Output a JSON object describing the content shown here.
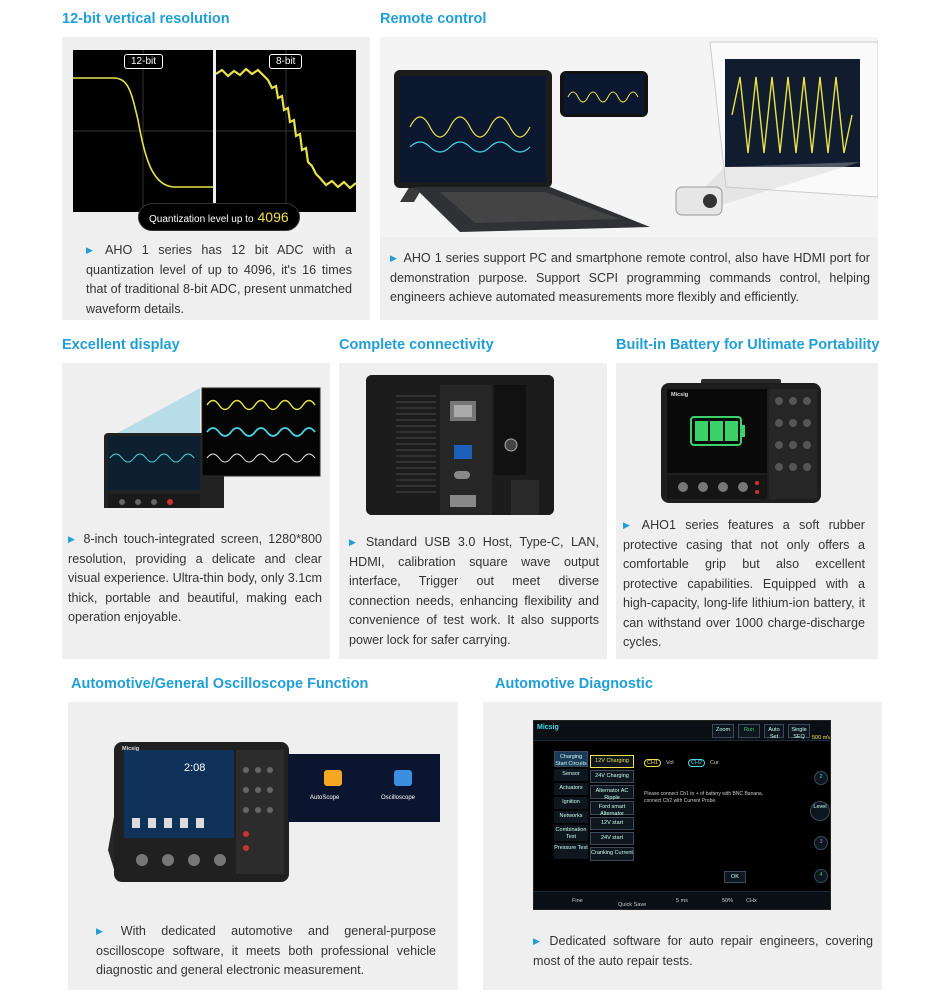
{
  "sections": {
    "resolution": {
      "title": "12-bit vertical resolution",
      "chip_12": "12-bit",
      "chip_8": "8-bit",
      "pill_text": "Quantization level up to",
      "pill_value": "4096",
      "desc": "AHO 1 series has 12 bit ADC with a quantization level of up to 4096, it's 16 times that of traditional 8-bit ADC, present unmatched waveform details."
    },
    "remote": {
      "title": "Remote control",
      "desc": "AHO 1 series support PC and smartphone remote control, also have HDMI port for demonstration purpose. Support SCPI programming commands control, helping engineers achieve automated measurements more flexibly and efficiently."
    },
    "display": {
      "title": "Excellent display",
      "desc": "8-inch touch-integrated screen, 1280*800 resolution, providing a delicate and clear visual experience. Ultra-thin body, only 3.1cm thick, portable and beautiful, making each operation enjoyable."
    },
    "connectivity": {
      "title": "Complete connectivity",
      "desc": "Standard USB 3.0 Host, Type-C, LAN, HDMI, calibration square wave output interface, Trigger out meet diverse connection needs, enhancing flexibility and convenience of test work. It also supports power lock for safer carrying."
    },
    "battery": {
      "title": "Built-in Battery for Ultimate Portability",
      "brand": "Micsig",
      "desc": "AHO1 series features a soft rubber protective casing that not only offers a comfortable grip but also excellent protective capabilities. Equipped with a high-capacity, long-life lithium-ion battery, it can withstand over 1000 charge-discharge cycles."
    },
    "automotive": {
      "title": "Automotive/General Oscilloscope Function",
      "brand": "Micsig",
      "clock": "2:08",
      "app1": "AutoScope",
      "app2": "Oscilloscope",
      "desc": "With dedicated automotive and general-purpose oscilloscope software, it meets both professional vehicle diagnostic and general electronic measurement."
    },
    "diagnostic": {
      "title": "Automotive Diagnostic",
      "brand": "Micsig",
      "top": {
        "zoom": "Zoom",
        "run": "Run",
        "auto": "Auto Set",
        "single": "Single SEQ",
        "mv": "500 mV"
      },
      "left_menu": [
        "Charging Start Circuits",
        "Sensor",
        "Actuators",
        "Ignition",
        "Networks",
        "Combination Test",
        "Pressure Test"
      ],
      "buttons": [
        "12V Charging",
        "24V Charging",
        "Alternator AC Ripple",
        "Ford smart Alternator",
        "12V start",
        "24V start",
        "Cranking Current"
      ],
      "ch1": "CH1",
      "ch1_label": "Vol",
      "ch2": "CH2",
      "ch2_label": "Cur",
      "message": "Please connect Ch1 to + of battery with BNC Banana, connect Ch2 with Current Probe.",
      "ok": "OK",
      "right": [
        "2",
        "Level",
        "3",
        "4"
      ],
      "bottom": [
        "Fine",
        "Quick Save",
        "5 ms",
        "50%",
        "CHx"
      ],
      "desc": "Dedicated software for auto repair engineers, covering most of the auto repair tests."
    }
  }
}
